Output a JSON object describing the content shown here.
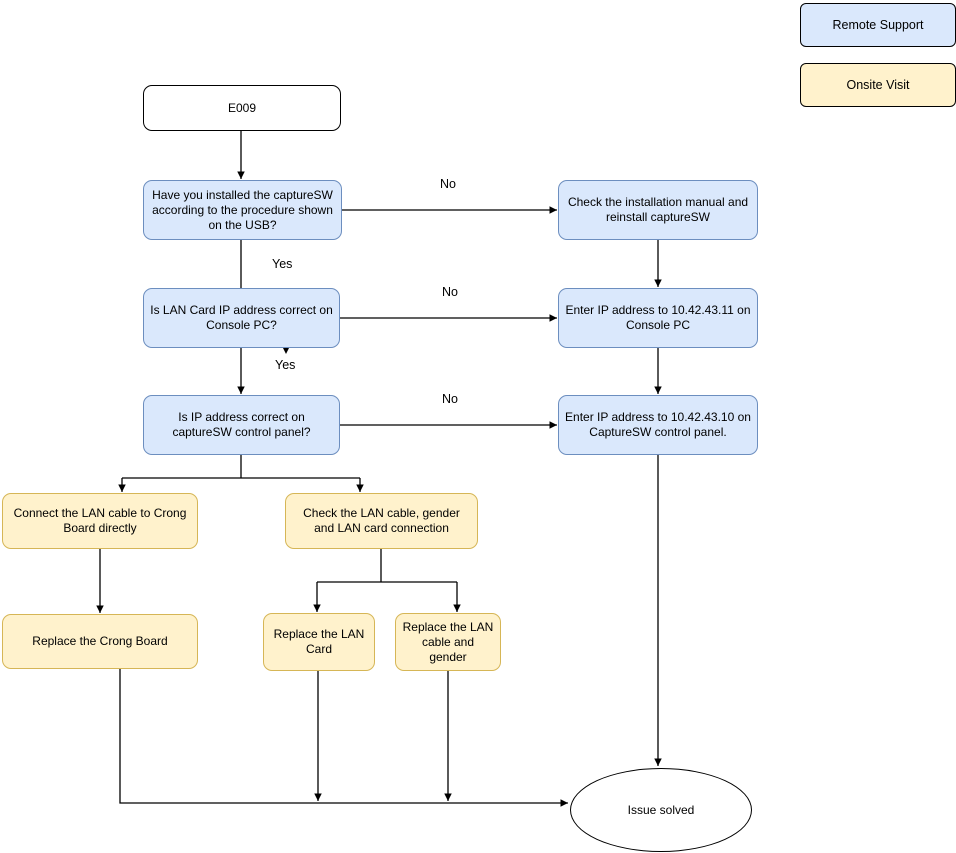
{
  "legend": {
    "remote_support": "Remote Support",
    "onsite_visit": "Onsite Visit"
  },
  "nodes": {
    "e009": "E009",
    "q_installed": "Have you installed the captureSW according to the procedure shown on the USB?",
    "check_manual": "Check the installation manual and reinstall captureSW",
    "q_lan_ip": "Is LAN Card IP address correct on Console PC?",
    "enter_ip_console": "Enter IP address to 10.42.43.11 on Console PC",
    "q_ip_panel": "Is IP address correct on captureSW control panel?",
    "enter_ip_panel": "Enter IP address to 10.42.43.10 on CaptureSW control panel.",
    "connect_lan_crong": "Connect the LAN cable to Crong Board directly",
    "check_lan_cable": "Check the LAN cable, gender and LAN card connection",
    "replace_crong": "Replace the Crong Board",
    "replace_lan_card": "Replace the LAN Card",
    "replace_lan_cable": "Replace the LAN cable and gender",
    "issue_solved": "Issue solved"
  },
  "edge_labels": {
    "yes1": "Yes",
    "yes2": "Yes",
    "no1": "No",
    "no2": "No",
    "no3": "No"
  },
  "colors": {
    "remote-fill": "#dae8fc",
    "remote-border": "#6c8ebf",
    "onsite-fill": "#fff2cc",
    "onsite-border": "#d6b656",
    "line": "#000000",
    "text": "#000000",
    "background": "#ffffff"
  }
}
